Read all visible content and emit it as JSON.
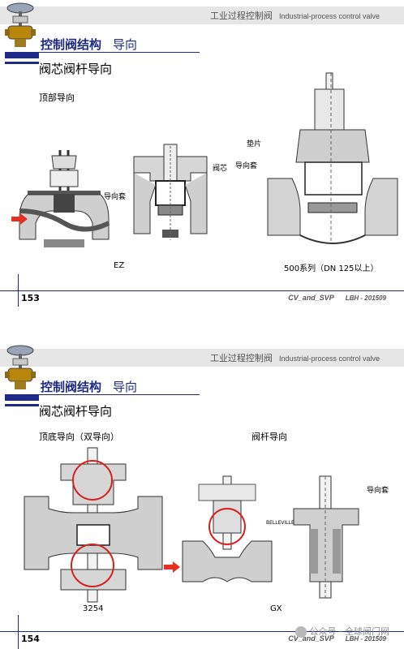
{
  "slides": [
    {
      "header_cn": "工业过程控制阀",
      "header_en": "Industrial-process control valve",
      "section_title": "控制阀结构",
      "section_sub": "导向",
      "title": "阀芯阀杆导向",
      "subtitle_left": "顶部导向",
      "labels": {
        "guide_sleeve": "导向套",
        "plug": "阀芯",
        "gasket": "垫片",
        "guide_sleeve_right": "导向套"
      },
      "captions": [
        "EZ",
        "500系列（DN 125以上）"
      ],
      "page_number": "153",
      "footer_left": "CV_and_SVP",
      "footer_right": "LBH - 201509"
    },
    {
      "header_cn": "工业过程控制阀",
      "header_en": "Industrial-process control valve",
      "section_title": "控制阀结构",
      "section_sub": "导向",
      "title": "阀芯阀杆导向",
      "subtitle_left": "顶底导向（双导向）",
      "subtitle_right": "阀杆导向",
      "labels": {
        "guide_sleeve": "导向套",
        "belleville": "BELLEVILLE"
      },
      "captions": [
        "3254",
        "GX"
      ],
      "page_number": "154",
      "footer_left": "CV_and_SVP",
      "footer_right": "LBH - 201509"
    }
  ],
  "watermark": "公众号 · 全球阀门网",
  "colors": {
    "accent_blue": "#1d2b86",
    "arrow_red": "#e53022",
    "circle_red": "#d62020",
    "header_gray": "#e6e6e6"
  },
  "icons": [
    "valve-logo-icon",
    "red-flow-arrow-icon",
    "wechat-icon"
  ]
}
